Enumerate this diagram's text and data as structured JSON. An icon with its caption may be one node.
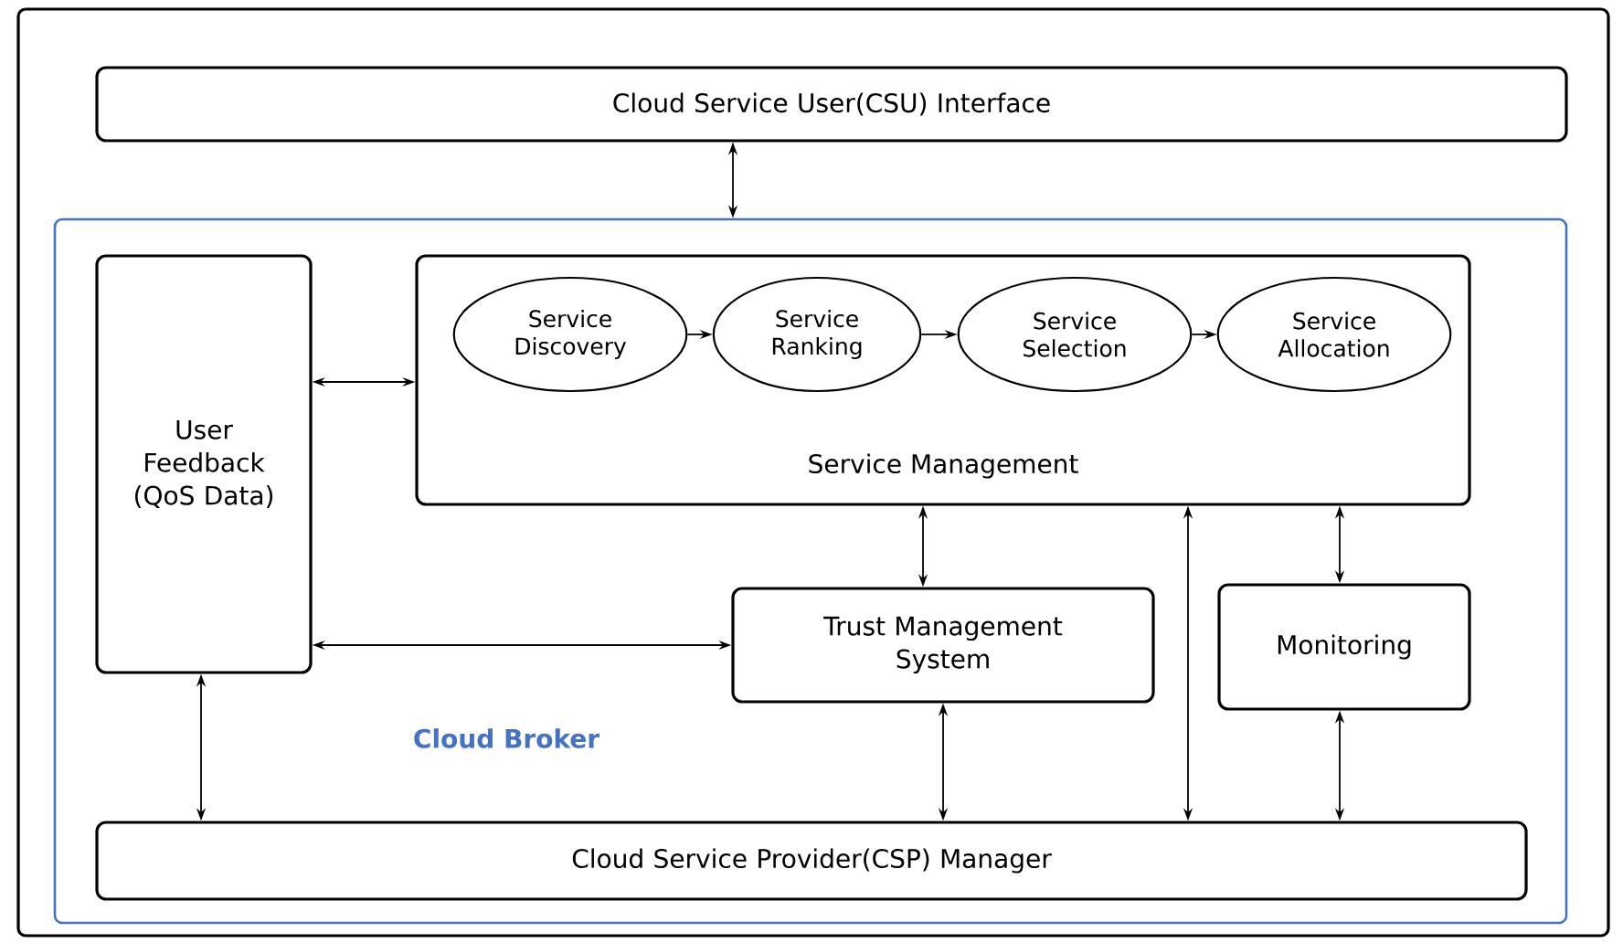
{
  "diagram": {
    "nodes": [
      {
        "text": [
          "Cloud Service User(CSU) Interface"
        ]
      },
      {
        "text": [
          "Cloud Broker"
        ]
      },
      {
        "text": [
          "User Feedback (QoS Data)"
        ],
        "in": 1
      },
      {
        "text": [
          "Service Management"
        ],
        "in": 1
      },
      {
        "text": [
          "Service Discovery"
        ],
        "in": 3
      },
      {
        "text": [
          "Service Ranking"
        ],
        "in": 3
      },
      {
        "text": [
          "Service Selection"
        ],
        "in": 3
      },
      {
        "text": [
          "Service Allocation"
        ],
        "in": 3
      },
      {
        "text": [
          "Trust Management System"
        ],
        "in": 1
      },
      {
        "text": [
          "Monitoring"
        ],
        "in": 1
      },
      {
        "text": [
          "Cloud Service Provider(CSP) Manager"
        ],
        "in": 1
      }
    ],
    "edges": [
      {
        "from": 0,
        "to": 1,
        "arrow": "both"
      },
      {
        "from": 2,
        "to": 3,
        "arrow": "both"
      },
      {
        "from": 4,
        "to": 5,
        "arrow": "to"
      },
      {
        "from": 5,
        "to": 6,
        "arrow": "to"
      },
      {
        "from": 6,
        "to": 7,
        "arrow": "to"
      },
      {
        "from": 3,
        "to": 8,
        "arrow": "both"
      },
      {
        "from": 2,
        "to": 8,
        "arrow": "both"
      },
      {
        "from": 3,
        "to": 10,
        "arrow": "both"
      },
      {
        "from": 3,
        "to": 9,
        "arrow": "both"
      },
      {
        "from": 2,
        "to": 10,
        "arrow": "both"
      },
      {
        "from": 8,
        "to": 10,
        "arrow": "both"
      },
      {
        "from": 9,
        "to": 10,
        "arrow": "both"
      }
    ]
  }
}
